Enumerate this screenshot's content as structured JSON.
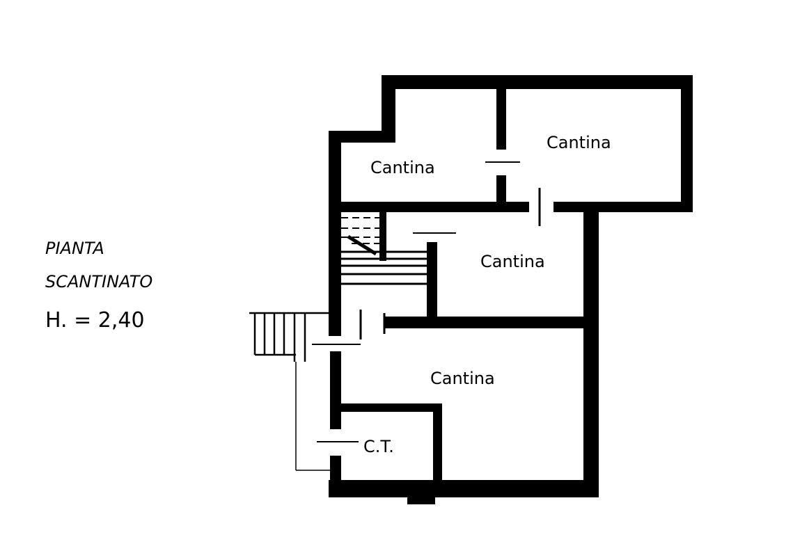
{
  "title": {
    "line1": "PIANTA",
    "line2": "SCANTINATO",
    "line3": "H. = 2,40"
  },
  "rooms": [
    {
      "label": "Cantina"
    },
    {
      "label": "Cantina"
    },
    {
      "label": "Cantina"
    },
    {
      "label": "Cantina"
    },
    {
      "label": "C.T."
    }
  ],
  "colors": {
    "ink": "#000000",
    "paper": "#ffffff"
  }
}
